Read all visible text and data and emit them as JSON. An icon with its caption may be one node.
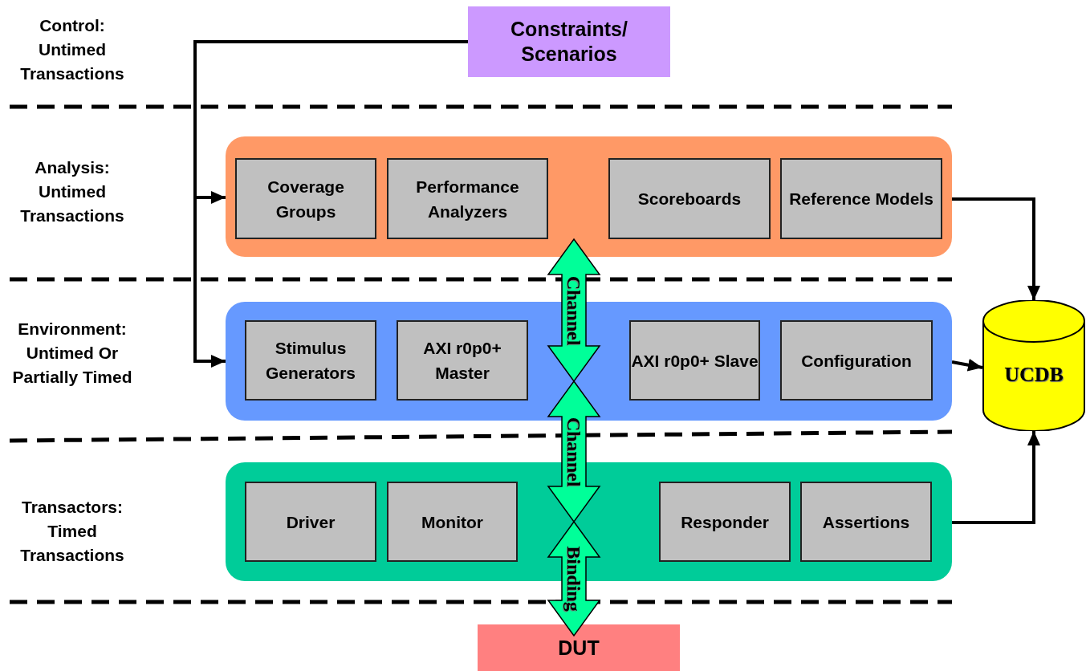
{
  "diagram": {
    "nodes": [
      {
        "text": [
          "Constraints/ Scenarios"
        ]
      },
      {
        "text": [],
        "shape": "box"
      },
      {
        "text": [
          "Coverage Groups"
        ],
        "in": 1
      },
      {
        "text": [
          "Performance Analyzers"
        ],
        "in": 1
      },
      {
        "text": [
          "Scoreboards"
        ],
        "in": 1
      },
      {
        "text": [
          "Reference Models"
        ],
        "in": 1
      },
      {
        "text": [],
        "shape": "box"
      },
      {
        "text": [
          "Stimulus Generators"
        ],
        "in": 6
      },
      {
        "text": [
          "AXI r0p0+ Master"
        ],
        "in": 6
      },
      {
        "text": [
          "AXI r0p0+ Slave"
        ],
        "in": 6
      },
      {
        "text": [
          "Configuration"
        ],
        "in": 6
      },
      {
        "text": [],
        "shape": "box"
      },
      {
        "text": [
          "Driver"
        ],
        "in": 11
      },
      {
        "text": [
          "Monitor"
        ],
        "in": 11
      },
      {
        "text": [
          "Responder"
        ],
        "in": 11
      },
      {
        "text": [
          "Assertions"
        ],
        "in": 11
      },
      {
        "text": [
          "UCDB"
        ]
      },
      {
        "text": [
          "DUT"
        ]
      }
    ],
    "edges": [
      {
        "from": 0,
        "to": 1,
        "arrow": "to"
      },
      {
        "from": 0,
        "to": 6,
        "arrow": "to"
      },
      {
        "from": 1,
        "to": 16,
        "arrow": "to"
      },
      {
        "from": 6,
        "to": 16,
        "arrow": "to"
      },
      {
        "from": 11,
        "to": 16,
        "arrow": "to"
      },
      {
        "from": 1,
        "to": 6,
        "arrow": "both",
        "label": "Channel"
      },
      {
        "from": 6,
        "to": 11,
        "arrow": "both",
        "label": "Channel"
      },
      {
        "from": 11,
        "to": 17,
        "arrow": "both",
        "label": "Binding"
      }
    ],
    "labels": [
      "Control: Untimed Transactions",
      "Analysis: Untimed Transactions",
      "Environment: Untimed Or Partially Timed",
      "Transactors: Timed Transactions"
    ]
  }
}
